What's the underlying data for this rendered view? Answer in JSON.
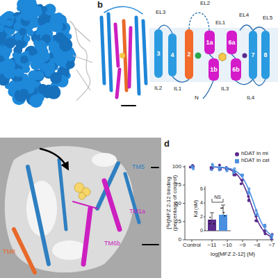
{
  "diagram": {
    "nodes": [
      {
        "text": [
          "3"
        ]
      },
      {
        "text": [
          "4"
        ]
      },
      {
        "text": [
          "2"
        ]
      },
      {
        "text": [
          "1a"
        ]
      },
      {
        "text": [
          "1b"
        ]
      },
      {
        "text": [
          "6a"
        ]
      },
      {
        "text": [
          "6b"
        ]
      },
      {
        "text": [
          "7"
        ]
      },
      {
        "text": [
          "8"
        ]
      }
    ],
    "labels": [
      "b",
      "EL3",
      "EL2",
      "EL1",
      "EL4",
      "EL5",
      "IL2",
      "IL1",
      "N",
      "IL3",
      "IL4",
      "TM5",
      "TM1a",
      "TM6b",
      "TM8",
      "d",
      "[³H]MFZ 2-12 binding (percentage of control)",
      "100",
      "75",
      "50",
      "25",
      "0",
      "Control",
      "−11",
      "−10",
      "−9",
      "−8",
      "−7",
      "log[MFZ 2-12] (M)",
      "NS",
      "Kd (nM)",
      "0",
      "2",
      "4",
      "6"
    ],
    "legend": [
      {
        "text": "hDAT in mi",
        "color": "#5a2b8c"
      },
      {
        "text": "hDAT in cel",
        "color": "#4a8fe0"
      }
    ]
  }
}
